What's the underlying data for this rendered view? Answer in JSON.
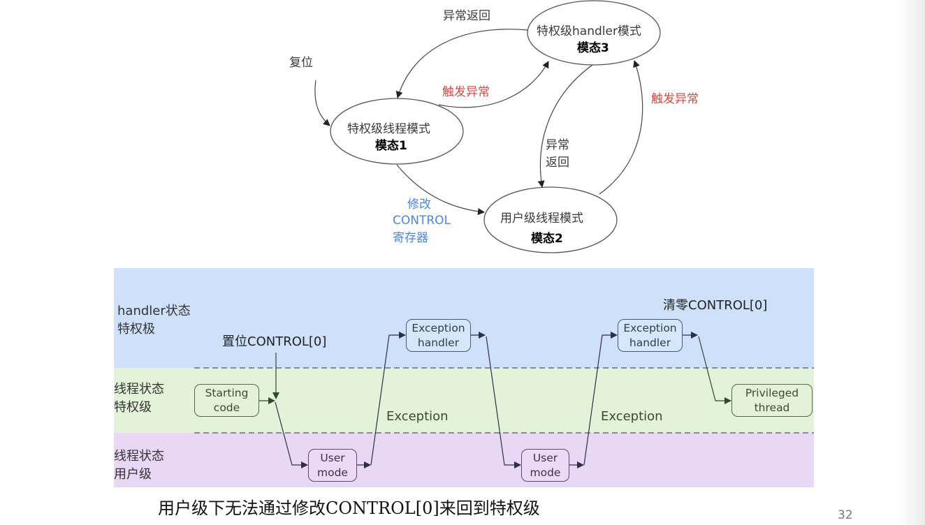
{
  "state_diagram": {
    "states": [
      {
        "id": "mode1",
        "name": "特权级线程模式",
        "label": "模态1"
      },
      {
        "id": "mode2",
        "name": "用户级线程模式",
        "label": "模态2"
      },
      {
        "id": "mode3",
        "name": "特权级handler模式",
        "label": "模态3"
      }
    ],
    "transitions": {
      "reset": "复位",
      "exception_return_top": "异常返回",
      "trigger_exception_1to3": "触发异常",
      "trigger_exception_2to3": "触发异常",
      "exception_return_3to2_line1": "异常",
      "exception_return_3to2_line2": "返回",
      "modify_control_line1": "修改",
      "modify_control_line2": "CONTROL",
      "modify_control_line3": "寄存器"
    },
    "colors": {
      "trigger": "#e0443e",
      "modify": "#4a86e8"
    }
  },
  "timeline_diagram": {
    "lanes": [
      {
        "line1": "handler状态",
        "line2": "特权极",
        "color": "#cfe0fb"
      },
      {
        "line1": "线程状态",
        "line2": "特权级",
        "color": "#e3f2d9"
      },
      {
        "line1": "线程状态",
        "line2": "用户级",
        "color": "#e8d7f5"
      }
    ],
    "nodes": {
      "starting_code": {
        "line1": "Starting",
        "line2": "code"
      },
      "user_mode_1": {
        "line1": "User",
        "line2": "mode"
      },
      "exception_handler_1": {
        "line1": "Exception",
        "line2": "handler"
      },
      "user_mode_2": {
        "line1": "User",
        "line2": "mode"
      },
      "exception_handler_2": {
        "line1": "Exception",
        "line2": "handler"
      },
      "privileged_thread": {
        "line1": "Privileged",
        "line2": "thread"
      }
    },
    "annotations": {
      "set_control": "置位CONTROL[0]",
      "clear_control": "清零CONTROL[0]",
      "exception_1": "Exception",
      "exception_2": "Exception"
    }
  },
  "caption": "用户级下无法通过修改CONTROL[0]来回到特权级",
  "page_number": "32"
}
